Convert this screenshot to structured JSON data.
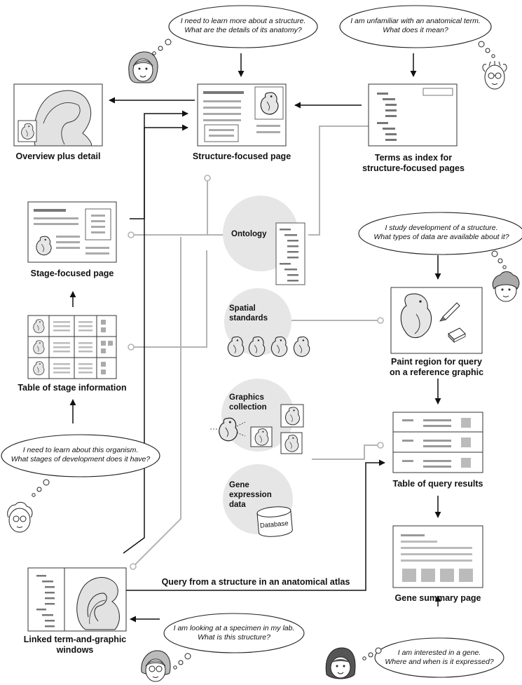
{
  "views": {
    "overview": "Overview plus detail",
    "structure": "Structure-focused page",
    "terms": [
      "Terms as index for",
      "structure-focused pages"
    ],
    "stage": "Stage-focused page",
    "table_stage": "Table of stage information",
    "paint": [
      "Paint region for query",
      "on a reference graphic"
    ],
    "query_results": "Table of query results",
    "gene_summary": "Gene summary page",
    "linked": [
      "Linked term-and-graphic",
      "windows"
    ]
  },
  "resources": {
    "ontology": "Ontology",
    "spatial": [
      "Spatial",
      "standards"
    ],
    "graphics": [
      "Graphics",
      "collection"
    ],
    "gene_expr": [
      "Gene",
      "expression",
      "data"
    ],
    "database": "Database"
  },
  "edge_label": "Query from a structure in an anatomical atlas",
  "thoughts": {
    "structure": [
      "I need to learn more about a structure.",
      "What are the details of its anatomy?"
    ],
    "term": [
      "I am unfamiliar with an anatomical term.",
      "What does it mean?"
    ],
    "development": [
      "I study development of a structure.",
      "What types of data are available about it?"
    ],
    "organism": [
      "I need to learn about this organism.",
      "What stages of development does it have?"
    ],
    "specimen": [
      "I am looking at a specimen in my lab.",
      "What is this structure?"
    ],
    "gene": [
      "I am interested in a gene.",
      "Where and when is it expressed?"
    ]
  }
}
